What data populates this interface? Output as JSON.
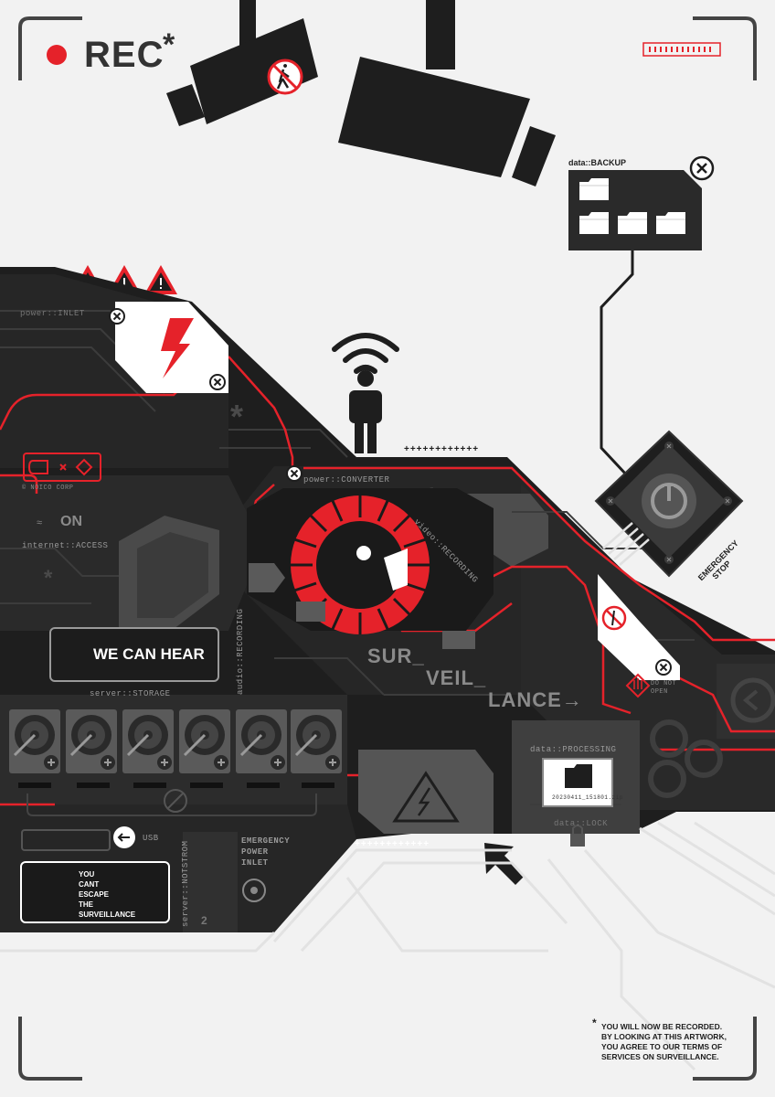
{
  "rec": {
    "label": "REC",
    "star": "*"
  },
  "backup_label": "data::BACKUP",
  "labels": {
    "power_inlet": "power::INLET",
    "power_converter": "power::CONVERTER",
    "video_recording": "video::RECORDING",
    "internet_access": "internet::ACCESS",
    "on": "ON",
    "noico": "© NOICO CORP",
    "server_storage": "server::STORAGE",
    "audio_recording": "audio::RECORDING",
    "data_processing": "data::PROCESSING",
    "file_name": "20230411_151801.zip",
    "data_lock": "data::LOCK",
    "usb": "USB",
    "server_notstrom": "server::NOTSTROM",
    "emergency_power": [
      "EMERGENCY",
      "POWER",
      "INLET"
    ],
    "do_not_open": [
      "DO NOT",
      "OPEN"
    ],
    "num_2": "2"
  },
  "surveillance": {
    "part1": "SUR_",
    "part2": "VEIL_",
    "part3": "LANCE→"
  },
  "we_can_hear": "WE CAN HEAR",
  "escape_lines": [
    "YOU",
    "CANT",
    "ESCAPE",
    "THE",
    "SURVEILLANCE"
  ],
  "emergency_stop": [
    "EMERGENCY",
    "STOP"
  ],
  "plus_row": "++++++++++++",
  "footer": {
    "star": "*",
    "lines": [
      "YOU WILL NOW BE RECORDED.",
      "BY LOOKING AT THIS ARTWORK,",
      "YOU AGREE TO OUR TERMS OF",
      "SERVICES ON SURVEILLANCE."
    ]
  },
  "colors": {
    "accent_red": "#e5222a",
    "dark": "#1e1e1e",
    "panel": "#2b2b2b",
    "mid": "#4a4a4a",
    "bg": "#f2f2f2"
  },
  "icons": [
    "rec-dot-icon",
    "no-pedestrian-icon",
    "warning-triangle-icon",
    "lightning-icon",
    "wifi-icon",
    "person-icon",
    "folder-icon",
    "power-button-icon",
    "eye-icon",
    "speaker-icon",
    "hard-drive-icon",
    "high-voltage-icon",
    "hand-stop-icon",
    "cursor-arrow-icon",
    "close-x-icon"
  ]
}
